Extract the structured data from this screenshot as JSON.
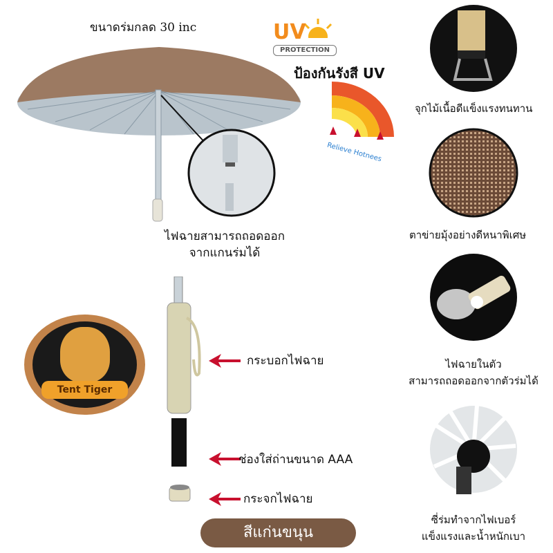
{
  "texts": {
    "size_label": "ขนาดร่มกลด  30 inc",
    "uv_big": "UV",
    "uv_protection": "PROTECTION",
    "uv_caption": "ป้องกันรังสี UV",
    "relieve": "Relieve Hotnees",
    "flashlight_remove_line1": "ไฟฉายสามารถถอดออก",
    "flashlight_remove_line2": "จากแกนร่มได้",
    "wood_handle": "จุกไม้เนื้อดีแข็งแรงทนทาน",
    "mesh": "ตาข่ายมุ้งอย่างดีหนาพิเศษ",
    "builtin_light_line1": "ไฟฉายในตัว",
    "builtin_light_line2": "สามารถถอดออกจากตัวร่มได้",
    "fiber_line1": "ซี่ร่มทำจากไฟเบอร์",
    "fiber_line2": "แข็งแรงและน้ำหนักเบา",
    "flash_tube": "กระบอกไฟฉาย",
    "battery": "ช่องใส่ถ่านขนาด  AAA",
    "lens": "กระจกไฟฉาย",
    "color_pill": "สีแก่นขนุน",
    "logo": "Tent Tiger"
  },
  "colors": {
    "canopy": "#9c7a62",
    "canopy_inner": "#b9c4cc",
    "pill": "#7a5a44",
    "uv_orange": "#f28c1d",
    "arrow_red": "#c8102e"
  }
}
